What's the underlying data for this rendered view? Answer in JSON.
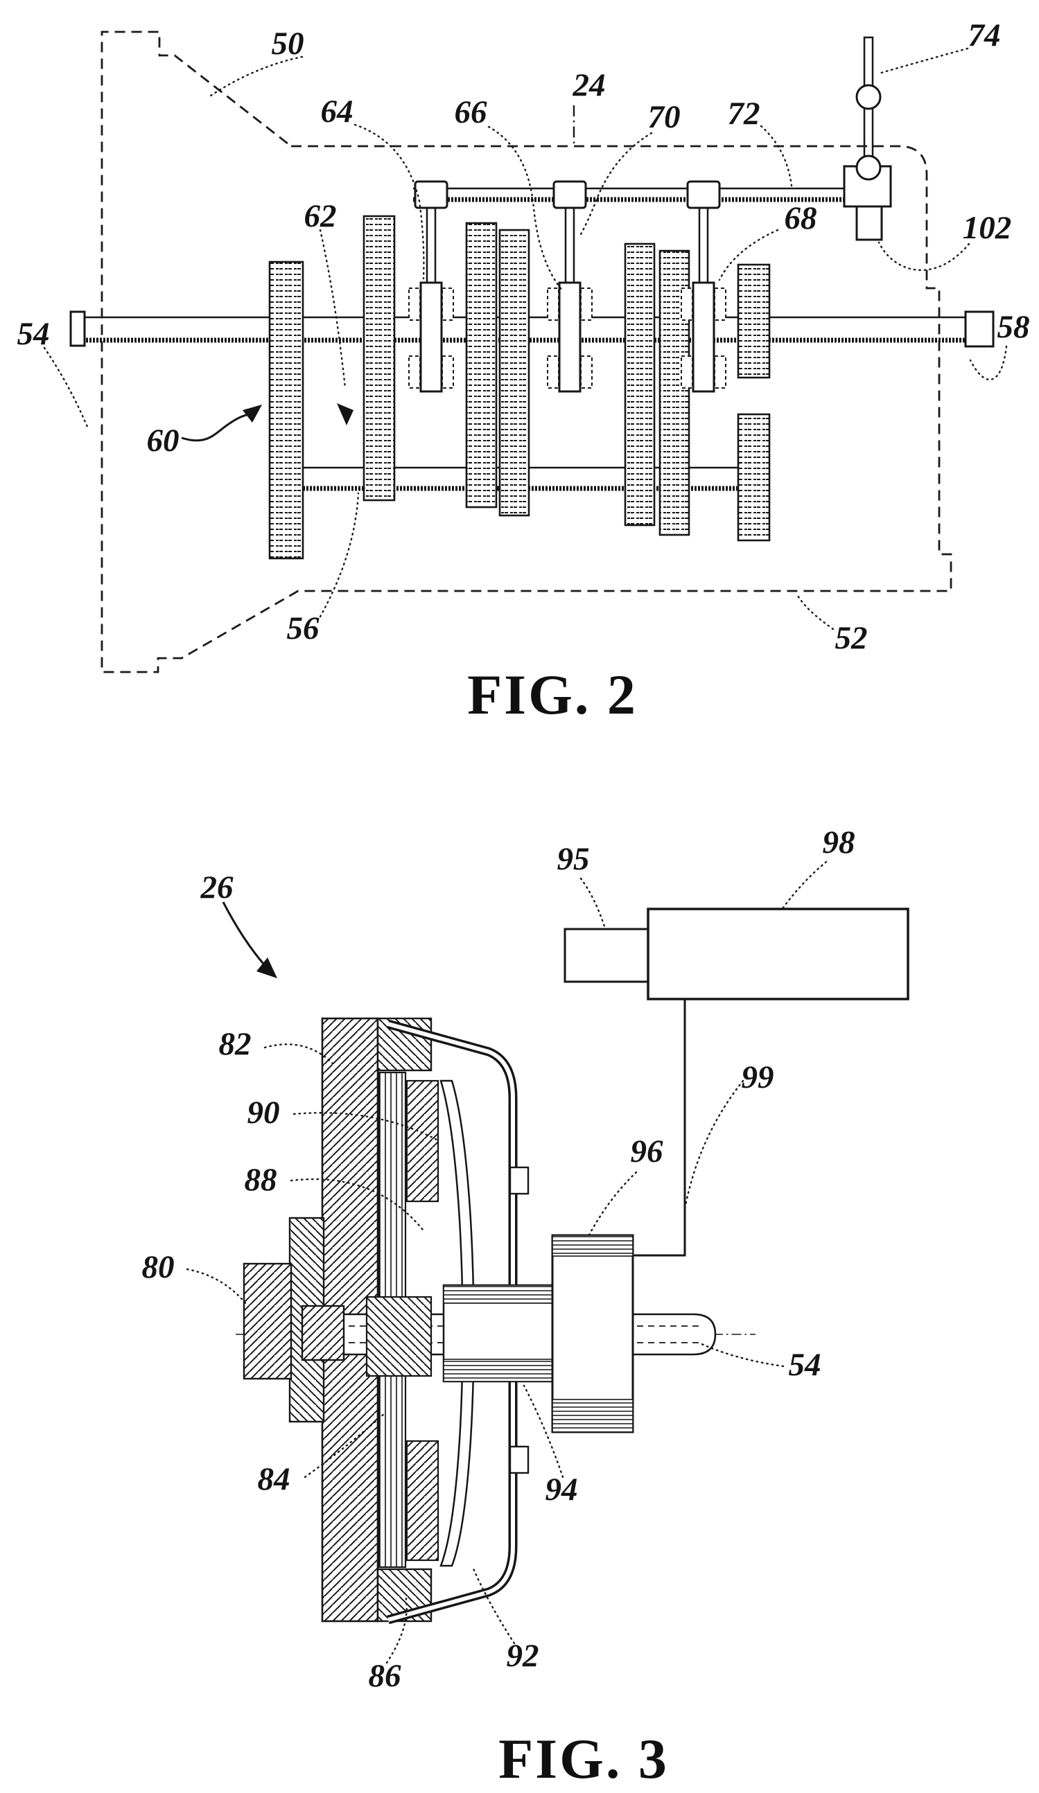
{
  "page": {
    "background": "#ffffff",
    "ink": "#141414"
  },
  "figure2": {
    "caption": "FIG. 2",
    "labels": {
      "n50": "50",
      "n24": "24",
      "n64": "64",
      "n66": "66",
      "n70": "70",
      "n72": "72",
      "n74": "74",
      "n102": "102",
      "n58": "58",
      "n68": "68",
      "n62": "62",
      "n54": "54",
      "n60": "60",
      "n56": "56",
      "n52": "52"
    }
  },
  "figure3": {
    "caption": "FIG. 3",
    "labels": {
      "n26": "26",
      "n95": "95",
      "n98": "98",
      "n99": "99",
      "n96": "96",
      "n82": "82",
      "n90": "90",
      "n88": "88",
      "n80": "80",
      "n84": "84",
      "n86": "86",
      "n92": "92",
      "n94": "94",
      "n54": "54"
    }
  }
}
